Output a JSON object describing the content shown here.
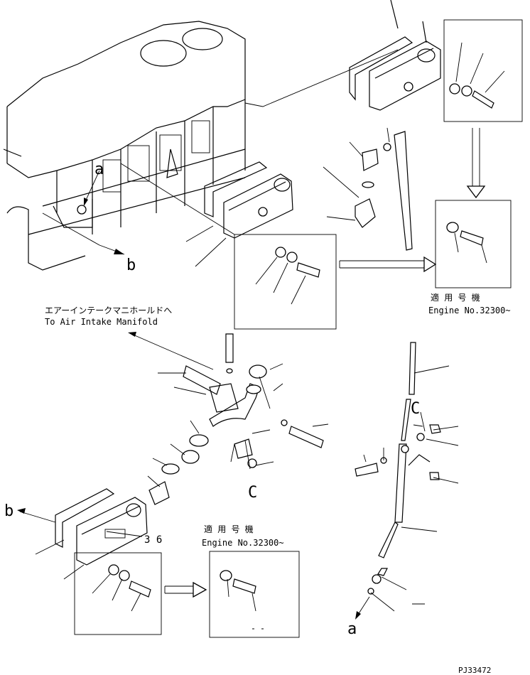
{
  "labels": {
    "ref_a_top": "a",
    "ref_b_top": "b",
    "ref_c_mid": "C",
    "ref_c_right": "C",
    "ref_b_left": "b",
    "ref_a_bottom": "a",
    "part_36": "3 6",
    "intake_jp": "エアーインテークマニホールドへ",
    "intake_en": "To Air Intake Manifold",
    "applic1_jp": "適 用 号 機",
    "applic1_en": "Engine No.32300~",
    "applic2_jp": "適 用 号 機",
    "applic2_en": "Engine No.32300~",
    "drawing_no": "PJ33472"
  }
}
